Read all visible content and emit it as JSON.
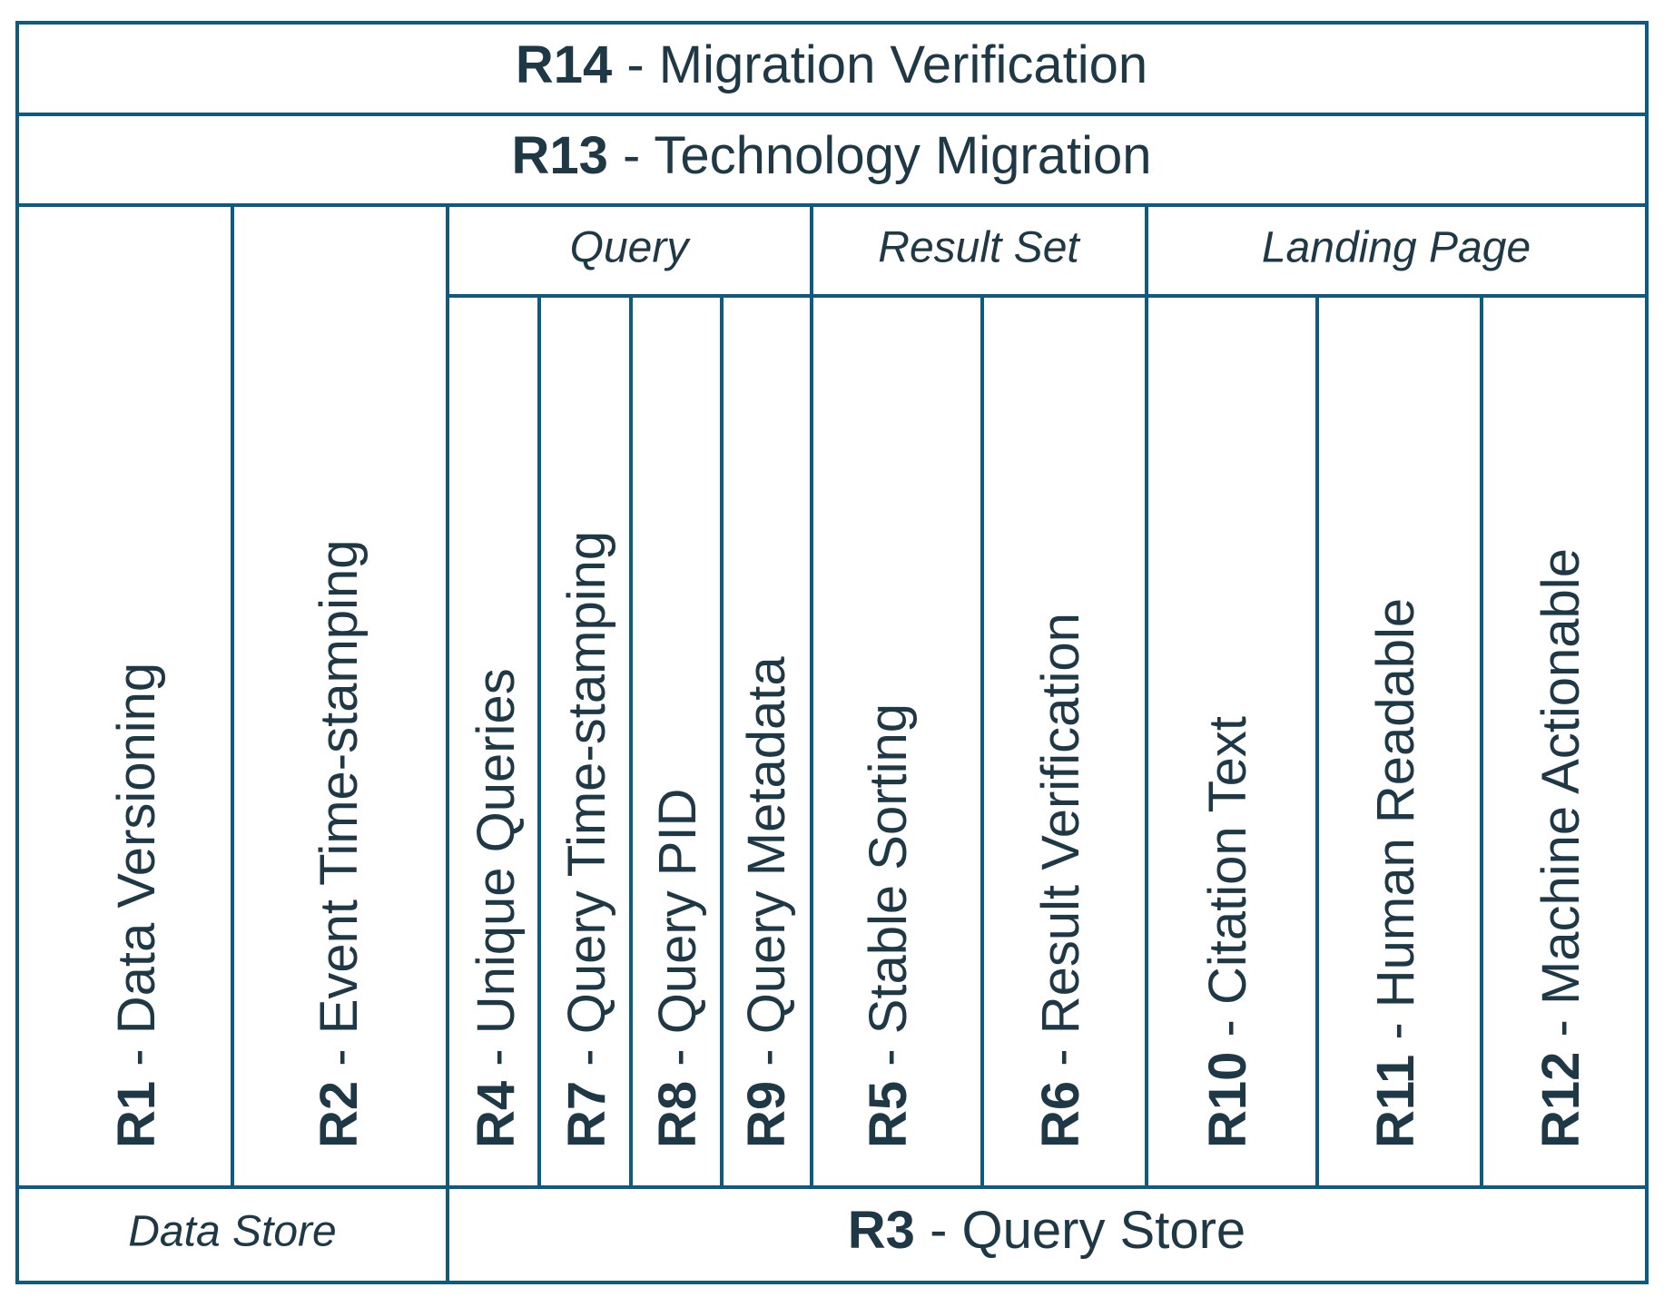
{
  "colors": {
    "line": "#0f5a7f",
    "text": "#1f3846",
    "background": "#ffffff"
  },
  "top_rows": [
    {
      "id": "R14",
      "label": " - Migration Verification"
    },
    {
      "id": "R13",
      "label": " - Technology Migration"
    }
  ],
  "groups": [
    {
      "label": "Query"
    },
    {
      "label": "Result Set"
    },
    {
      "label": "Landing Page"
    }
  ],
  "columns": [
    {
      "id": "R1",
      "label": " - Data Versioning"
    },
    {
      "id": "R2",
      "label": " - Event Time-stamping"
    },
    {
      "id": "R4",
      "label": " - Unique Queries"
    },
    {
      "id": "R7",
      "label": " - Query Time-stamping"
    },
    {
      "id": "R8",
      "label": " - Query PID"
    },
    {
      "id": "R9",
      "label": " - Query Metadata"
    },
    {
      "id": "R5",
      "label": " - Stable Sorting"
    },
    {
      "id": "R6",
      "label": " - Result Verification"
    },
    {
      "id": "R10",
      "label": " - Citation Text"
    },
    {
      "id": "R11",
      "label": " - Human Readable"
    },
    {
      "id": "R12",
      "label": " - Machine Actionable"
    }
  ],
  "bottom": {
    "data_store": "Data Store",
    "query_store": {
      "id": "R3",
      "label": " - Query Store"
    }
  }
}
